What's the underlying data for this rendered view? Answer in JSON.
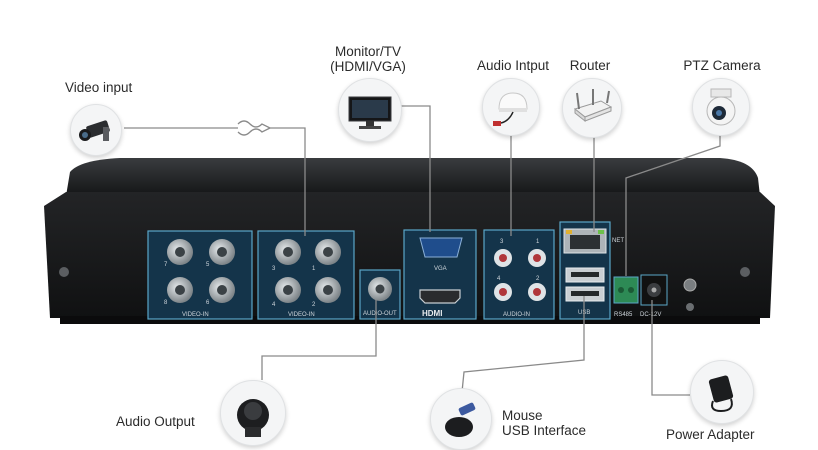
{
  "labels": {
    "video_input": "Video input",
    "monitor_line1": "Monitor/TV",
    "monitor_line2": "(HDMI/VGA)",
    "audio_input": "Audio Intput",
    "router": "Router",
    "ptz_camera": "PTZ Camera",
    "audio_output": "Audio Output",
    "mouse_line1": "Mouse",
    "mouse_line2": "USB Interface",
    "power_adapter": "Power Adapter"
  },
  "ports": {
    "video_in_1": "VIDEO-IN",
    "video_in_2": "VIDEO-IN",
    "audio_out": "AUDIO-OUT",
    "vga": "VGA",
    "hdmi": "HDMI",
    "audio_in": "AUDIO-IN",
    "net": "NET",
    "usb": "USB",
    "rs485": "RS485",
    "dc": "DC-12V",
    "bnc_numbers_group1": [
      "7",
      "5",
      "8",
      "6"
    ],
    "bnc_numbers_group2": [
      "3",
      "1",
      "4",
      "2"
    ],
    "audio_in_numbers": [
      "3",
      "1",
      "4",
      "2"
    ]
  },
  "colors": {
    "port_highlight": "#5aa7c8",
    "device_body": "#1c1d1f",
    "wire": "#8a8a8a"
  }
}
